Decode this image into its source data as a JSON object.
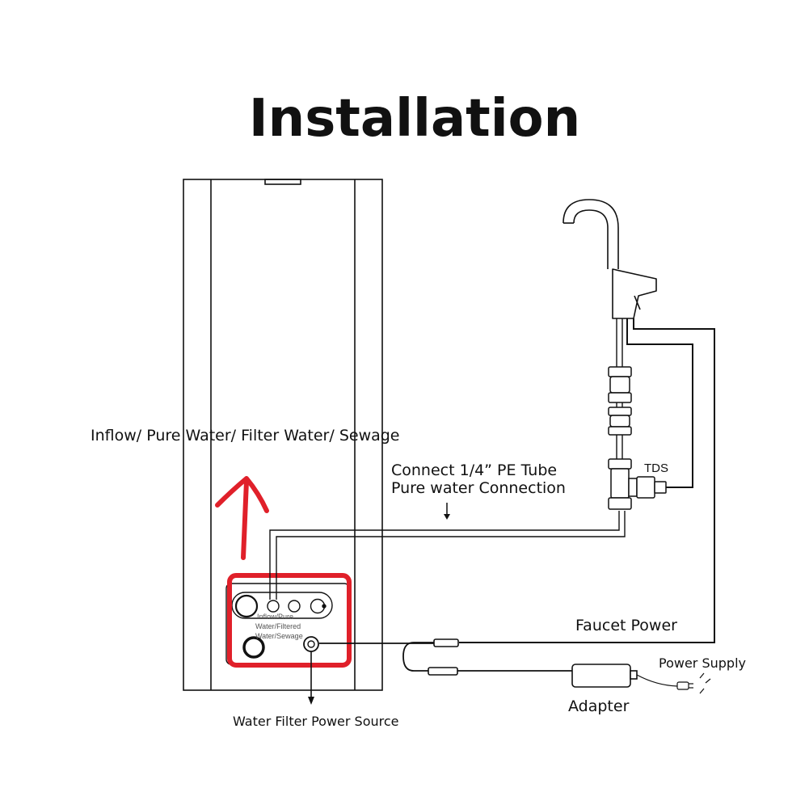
{
  "title": "Installation",
  "labels": {
    "ports": "Inflow/ Pure Water/ Filter Water/ Sewage",
    "tube_line1": "Connect 1/4”   PE Tube",
    "tube_line2": "Pure water Connection",
    "tds": "TDS",
    "faucet_power": "Faucet Power",
    "power_supply": "Power Supply",
    "adapter": "Adapter",
    "filter_power": "Water Filter Power Source",
    "panel_line1": "Inflow/Pure",
    "panel_line2": "Water/Filtered",
    "panel_line3": "Water/Sewage"
  },
  "colors": {
    "line": "#111111",
    "highlight": "#e0202a",
    "panel_label": "#555555"
  }
}
